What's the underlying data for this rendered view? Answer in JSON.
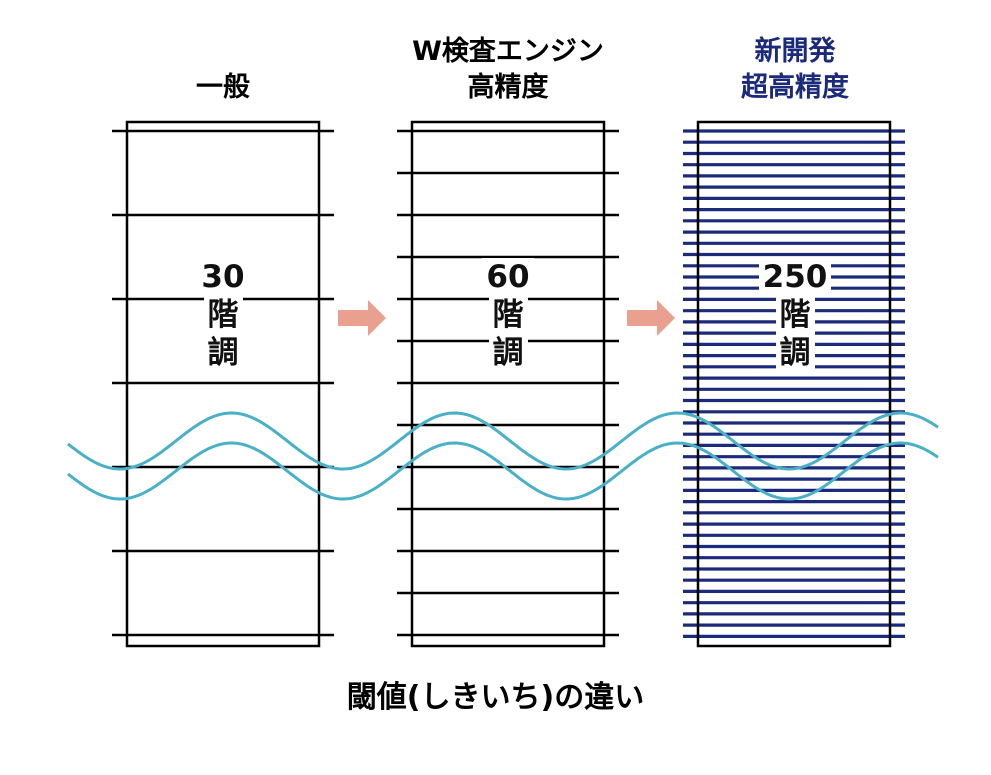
{
  "columns": [
    {
      "title_lines": [
        "一般"
      ],
      "count": "30",
      "unit_1": "階",
      "unit_2": "調",
      "levels": 30,
      "line_color": "#000000",
      "title_color": "#111111"
    },
    {
      "title_lines": [
        "W検査エンジン",
        "高精度"
      ],
      "count": "60",
      "unit_1": "階",
      "unit_2": "調",
      "levels": 60,
      "line_color": "#000000",
      "title_color": "#111111"
    },
    {
      "title_lines": [
        "新開発",
        "超高精度"
      ],
      "count": "250",
      "unit_1": "階",
      "unit_2": "調",
      "levels": 250,
      "line_color": "#1b2a7a",
      "title_color": "#1b2a7a"
    }
  ],
  "caption": "閾値(しきいち)の違い",
  "colors": {
    "arrow": "#e9a08f",
    "wave": "#4ab0c8",
    "navy": "#1b2a7a"
  }
}
